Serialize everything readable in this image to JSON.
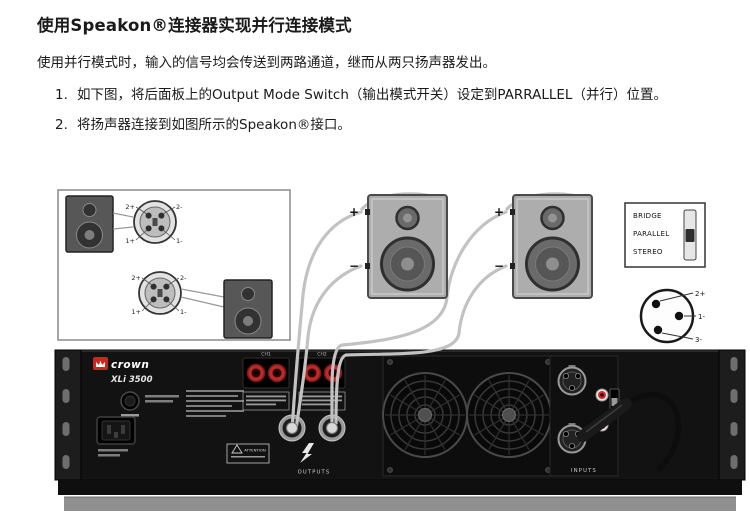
{
  "doc": {
    "title": "使用Speakon®连接器实现并行连接模式",
    "intro": "使用并行模式时，输入的信号均会传送到两路通道，继而从两只扬声器发出。",
    "steps": [
      {
        "num": "1.",
        "text": "如下图，将后面板上的Output Mode Switch（输出模式开关）设定到PARRALLEL（并行）位置。"
      },
      {
        "num": "2.",
        "text": "将扬声器连接到如图所示的Speakon®接口。"
      }
    ]
  },
  "diagram": {
    "speakon_detail": {
      "pins": [
        "2+",
        "2-",
        "1+",
        "1-"
      ]
    },
    "speaker_terminals": {
      "plus": "+",
      "minus": "−"
    },
    "mode_switch_panel": {
      "options": [
        "BRIDGE",
        "PARALLEL",
        "STEREO"
      ],
      "selected": "PARALLEL"
    },
    "xlr_pinout": {
      "pins": [
        "2+",
        "1-",
        "3-"
      ]
    },
    "amplifier": {
      "brand": "crown",
      "model": "XLi 3500",
      "channel_labels": [
        "CH1",
        "CH2"
      ],
      "attention_label": "ATTENTION",
      "outputs_label": "OUTPUTS",
      "inputs_label": "INPUTS"
    },
    "colors": {
      "accent_red": "#c8281e",
      "post_red": "#b92b2b",
      "cable_gray": "#c2c2c2",
      "chassis_black": "#161616"
    }
  }
}
